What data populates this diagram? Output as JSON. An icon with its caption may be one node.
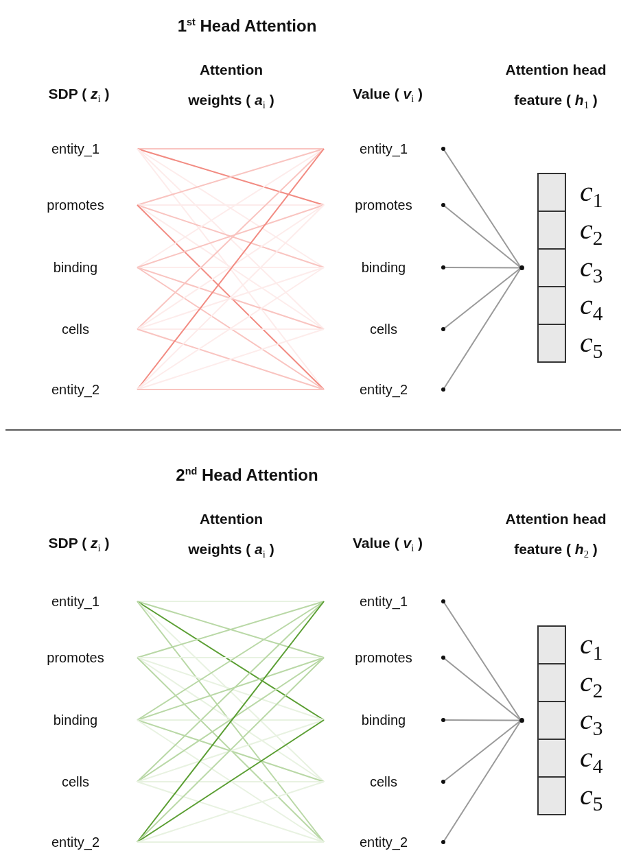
{
  "diagram": {
    "nodes": [
      {
        "text": [
          "entity_1"
        ]
      },
      {
        "text": [
          "promotes"
        ]
      },
      {
        "text": [
          "binding"
        ]
      },
      {
        "text": [
          "cells"
        ]
      },
      {
        "text": [
          "entity_2"
        ]
      },
      {
        "text": [
          "entity_1"
        ]
      },
      {
        "text": [
          "promotes"
        ]
      },
      {
        "text": [
          "binding"
        ]
      },
      {
        "text": [
          "cells"
        ]
      },
      {
        "text": [
          "entity_2"
        ]
      },
      {
        "text": [],
        "shape": "circle"
      },
      {
        "text": [],
        "shape": "box",
        "beside": [
          "*c*$_{1}$"
        ]
      },
      {
        "text": [],
        "shape": "box",
        "beside": [
          "*c*$_{2}$"
        ]
      },
      {
        "text": [],
        "shape": "box",
        "beside": [
          "*c*$_{3}$"
        ]
      },
      {
        "text": [],
        "shape": "box",
        "beside": [
          "*c*$_{4}$"
        ]
      },
      {
        "text": [],
        "shape": "box",
        "beside": [
          "*c*$_{5}$"
        ]
      },
      {
        "text": [
          "entity_1"
        ]
      },
      {
        "text": [
          "promotes"
        ]
      },
      {
        "text": [
          "binding"
        ]
      },
      {
        "text": [
          "cells"
        ]
      },
      {
        "text": [
          "entity_2"
        ]
      },
      {
        "text": [
          "entity_1"
        ]
      },
      {
        "text": [
          "promotes"
        ]
      },
      {
        "text": [
          "binding"
        ]
      },
      {
        "text": [
          "cells"
        ]
      },
      {
        "text": [
          "entity_2"
        ]
      },
      {
        "text": [],
        "shape": "circle"
      },
      {
        "text": [],
        "shape": "box",
        "beside": [
          "*c*$_{1}$"
        ]
      },
      {
        "text": [],
        "shape": "box",
        "beside": [
          "*c*$_{2}$"
        ]
      },
      {
        "text": [],
        "shape": "box",
        "beside": [
          "*c*$_{3}$"
        ]
      },
      {
        "text": [],
        "shape": "box",
        "beside": [
          "*c*$_{4}$"
        ]
      },
      {
        "text": [],
        "shape": "box",
        "beside": [
          "*c*$_{5}$"
        ]
      }
    ],
    "edges": [
      {
        "from": 0,
        "to": 5,
        "arrow": "none",
        "color": "#f9c4c0"
      },
      {
        "from": 0,
        "to": 6,
        "arrow": "none",
        "color": "#f28b82"
      },
      {
        "from": 0,
        "to": 7,
        "arrow": "none",
        "color": "#fdeceb"
      },
      {
        "from": 0,
        "to": 8,
        "arrow": "none",
        "color": "#fdeceb"
      },
      {
        "from": 0,
        "to": 9,
        "arrow": "none",
        "color": "#fdeceb"
      },
      {
        "from": 1,
        "to": 5,
        "arrow": "none",
        "color": "#f9c4c0"
      },
      {
        "from": 1,
        "to": 6,
        "arrow": "none",
        "color": "#fdeceb"
      },
      {
        "from": 1,
        "to": 7,
        "arrow": "none",
        "color": "#f9c4c0"
      },
      {
        "from": 1,
        "to": 8,
        "arrow": "none",
        "color": "#fdeceb"
      },
      {
        "from": 1,
        "to": 9,
        "arrow": "none",
        "color": "#f28b82"
      },
      {
        "from": 2,
        "to": 5,
        "arrow": "none",
        "color": "#fdeceb"
      },
      {
        "from": 2,
        "to": 6,
        "arrow": "none",
        "color": "#f9c4c0"
      },
      {
        "from": 2,
        "to": 7,
        "arrow": "none",
        "color": "#fdeceb"
      },
      {
        "from": 2,
        "to": 8,
        "arrow": "none",
        "color": "#f9c4c0"
      },
      {
        "from": 2,
        "to": 9,
        "arrow": "none",
        "color": "#f9c4c0"
      },
      {
        "from": 3,
        "to": 5,
        "arrow": "none",
        "color": "#f9c4c0"
      },
      {
        "from": 3,
        "to": 6,
        "arrow": "none",
        "color": "#fdeceb"
      },
      {
        "from": 3,
        "to": 7,
        "arrow": "none",
        "color": "#fdeceb"
      },
      {
        "from": 3,
        "to": 8,
        "arrow": "none",
        "color": "#fdeceb"
      },
      {
        "from": 3,
        "to": 9,
        "arrow": "none",
        "color": "#f9c4c0"
      },
      {
        "from": 4,
        "to": 5,
        "arrow": "none",
        "color": "#f28b82"
      },
      {
        "from": 4,
        "to": 6,
        "arrow": "none",
        "color": "#fdeceb"
      },
      {
        "from": 4,
        "to": 7,
        "arrow": "none",
        "color": "#fdeceb"
      },
      {
        "from": 4,
        "to": 8,
        "arrow": "none",
        "color": "#fdeceb"
      },
      {
        "from": 4,
        "to": 9,
        "arrow": "none",
        "color": "#f9c4c0"
      },
      {
        "from": 5,
        "to": 10,
        "arrow": "other",
        "color": "#9a9a9a"
      },
      {
        "from": 6,
        "to": 10,
        "arrow": "other",
        "color": "#9a9a9a"
      },
      {
        "from": 7,
        "to": 10,
        "arrow": "other",
        "color": "#9a9a9a"
      },
      {
        "from": 8,
        "to": 10,
        "arrow": "other",
        "color": "#9a9a9a"
      },
      {
        "from": 9,
        "to": 10,
        "arrow": "other",
        "color": "#9a9a9a"
      },
      {
        "from": 16,
        "to": 21,
        "arrow": "none",
        "color": "#e8f2e1"
      },
      {
        "from": 16,
        "to": 22,
        "arrow": "none",
        "color": "#b9d8a6"
      },
      {
        "from": 16,
        "to": 23,
        "arrow": "none",
        "color": "#5a9e32"
      },
      {
        "from": 16,
        "to": 24,
        "arrow": "none",
        "color": "#e8f2e1"
      },
      {
        "from": 16,
        "to": 25,
        "arrow": "none",
        "color": "#b9d8a6"
      },
      {
        "from": 17,
        "to": 21,
        "arrow": "none",
        "color": "#b9d8a6"
      },
      {
        "from": 17,
        "to": 22,
        "arrow": "none",
        "color": "#e8f2e1"
      },
      {
        "from": 17,
        "to": 23,
        "arrow": "none",
        "color": "#e8f2e1"
      },
      {
        "from": 17,
        "to": 24,
        "arrow": "none",
        "color": "#e8f2e1"
      },
      {
        "from": 17,
        "to": 25,
        "arrow": "none",
        "color": "#b9d8a6"
      },
      {
        "from": 18,
        "to": 21,
        "arrow": "none",
        "color": "#b9d8a6"
      },
      {
        "from": 18,
        "to": 22,
        "arrow": "none",
        "color": "#b9d8a6"
      },
      {
        "from": 18,
        "to": 23,
        "arrow": "none",
        "color": "#e8f2e1"
      },
      {
        "from": 18,
        "to": 24,
        "arrow": "none",
        "color": "#b9d8a6"
      },
      {
        "from": 18,
        "to": 25,
        "arrow": "none",
        "color": "#e8f2e1"
      },
      {
        "from": 19,
        "to": 21,
        "arrow": "none",
        "color": "#b9d8a6"
      },
      {
        "from": 19,
        "to": 22,
        "arrow": "none",
        "color": "#b9d8a6"
      },
      {
        "from": 19,
        "to": 23,
        "arrow": "none",
        "color": "#e8f2e1"
      },
      {
        "from": 19,
        "to": 24,
        "arrow": "none",
        "color": "#e8f2e1"
      },
      {
        "from": 19,
        "to": 25,
        "arrow": "none",
        "color": "#e8f2e1"
      },
      {
        "from": 20,
        "to": 21,
        "arrow": "none",
        "color": "#5a9e32"
      },
      {
        "from": 20,
        "to": 22,
        "arrow": "none",
        "color": "#b9d8a6"
      },
      {
        "from": 20,
        "to": 23,
        "arrow": "none",
        "color": "#5a9e32"
      },
      {
        "from": 20,
        "to": 24,
        "arrow": "none",
        "color": "#e8f2e1"
      },
      {
        "from": 20,
        "to": 25,
        "arrow": "none",
        "color": "#e8f2e1"
      },
      {
        "from": 21,
        "to": 26,
        "arrow": "other",
        "color": "#9a9a9a"
      },
      {
        "from": 22,
        "to": 26,
        "arrow": "other",
        "color": "#9a9a9a"
      },
      {
        "from": 23,
        "to": 26,
        "arrow": "other",
        "color": "#9a9a9a"
      },
      {
        "from": 24,
        "to": 26,
        "arrow": "other",
        "color": "#9a9a9a"
      },
      {
        "from": 25,
        "to": 26,
        "arrow": "other",
        "color": "#9a9a9a"
      }
    ],
    "labels": [
      "1$^{st}$ Head Attention",
      "SDP ( *z*$_{i}$ )",
      "Attention weights ( *a*$_{i}$ )",
      "Value ( *v*$_{i}$ )",
      "Attention head feature ( *h*$_{1}$ )",
      "2$^{nd}$ Head Attention",
      "SDP ( *z*$_{i}$ )",
      "Attention weights ( *a*$_{i}$ )",
      "Value ( *v*$_{i}$ )",
      "Attention head feature ( *h*$_{2}$ )"
    ]
  }
}
